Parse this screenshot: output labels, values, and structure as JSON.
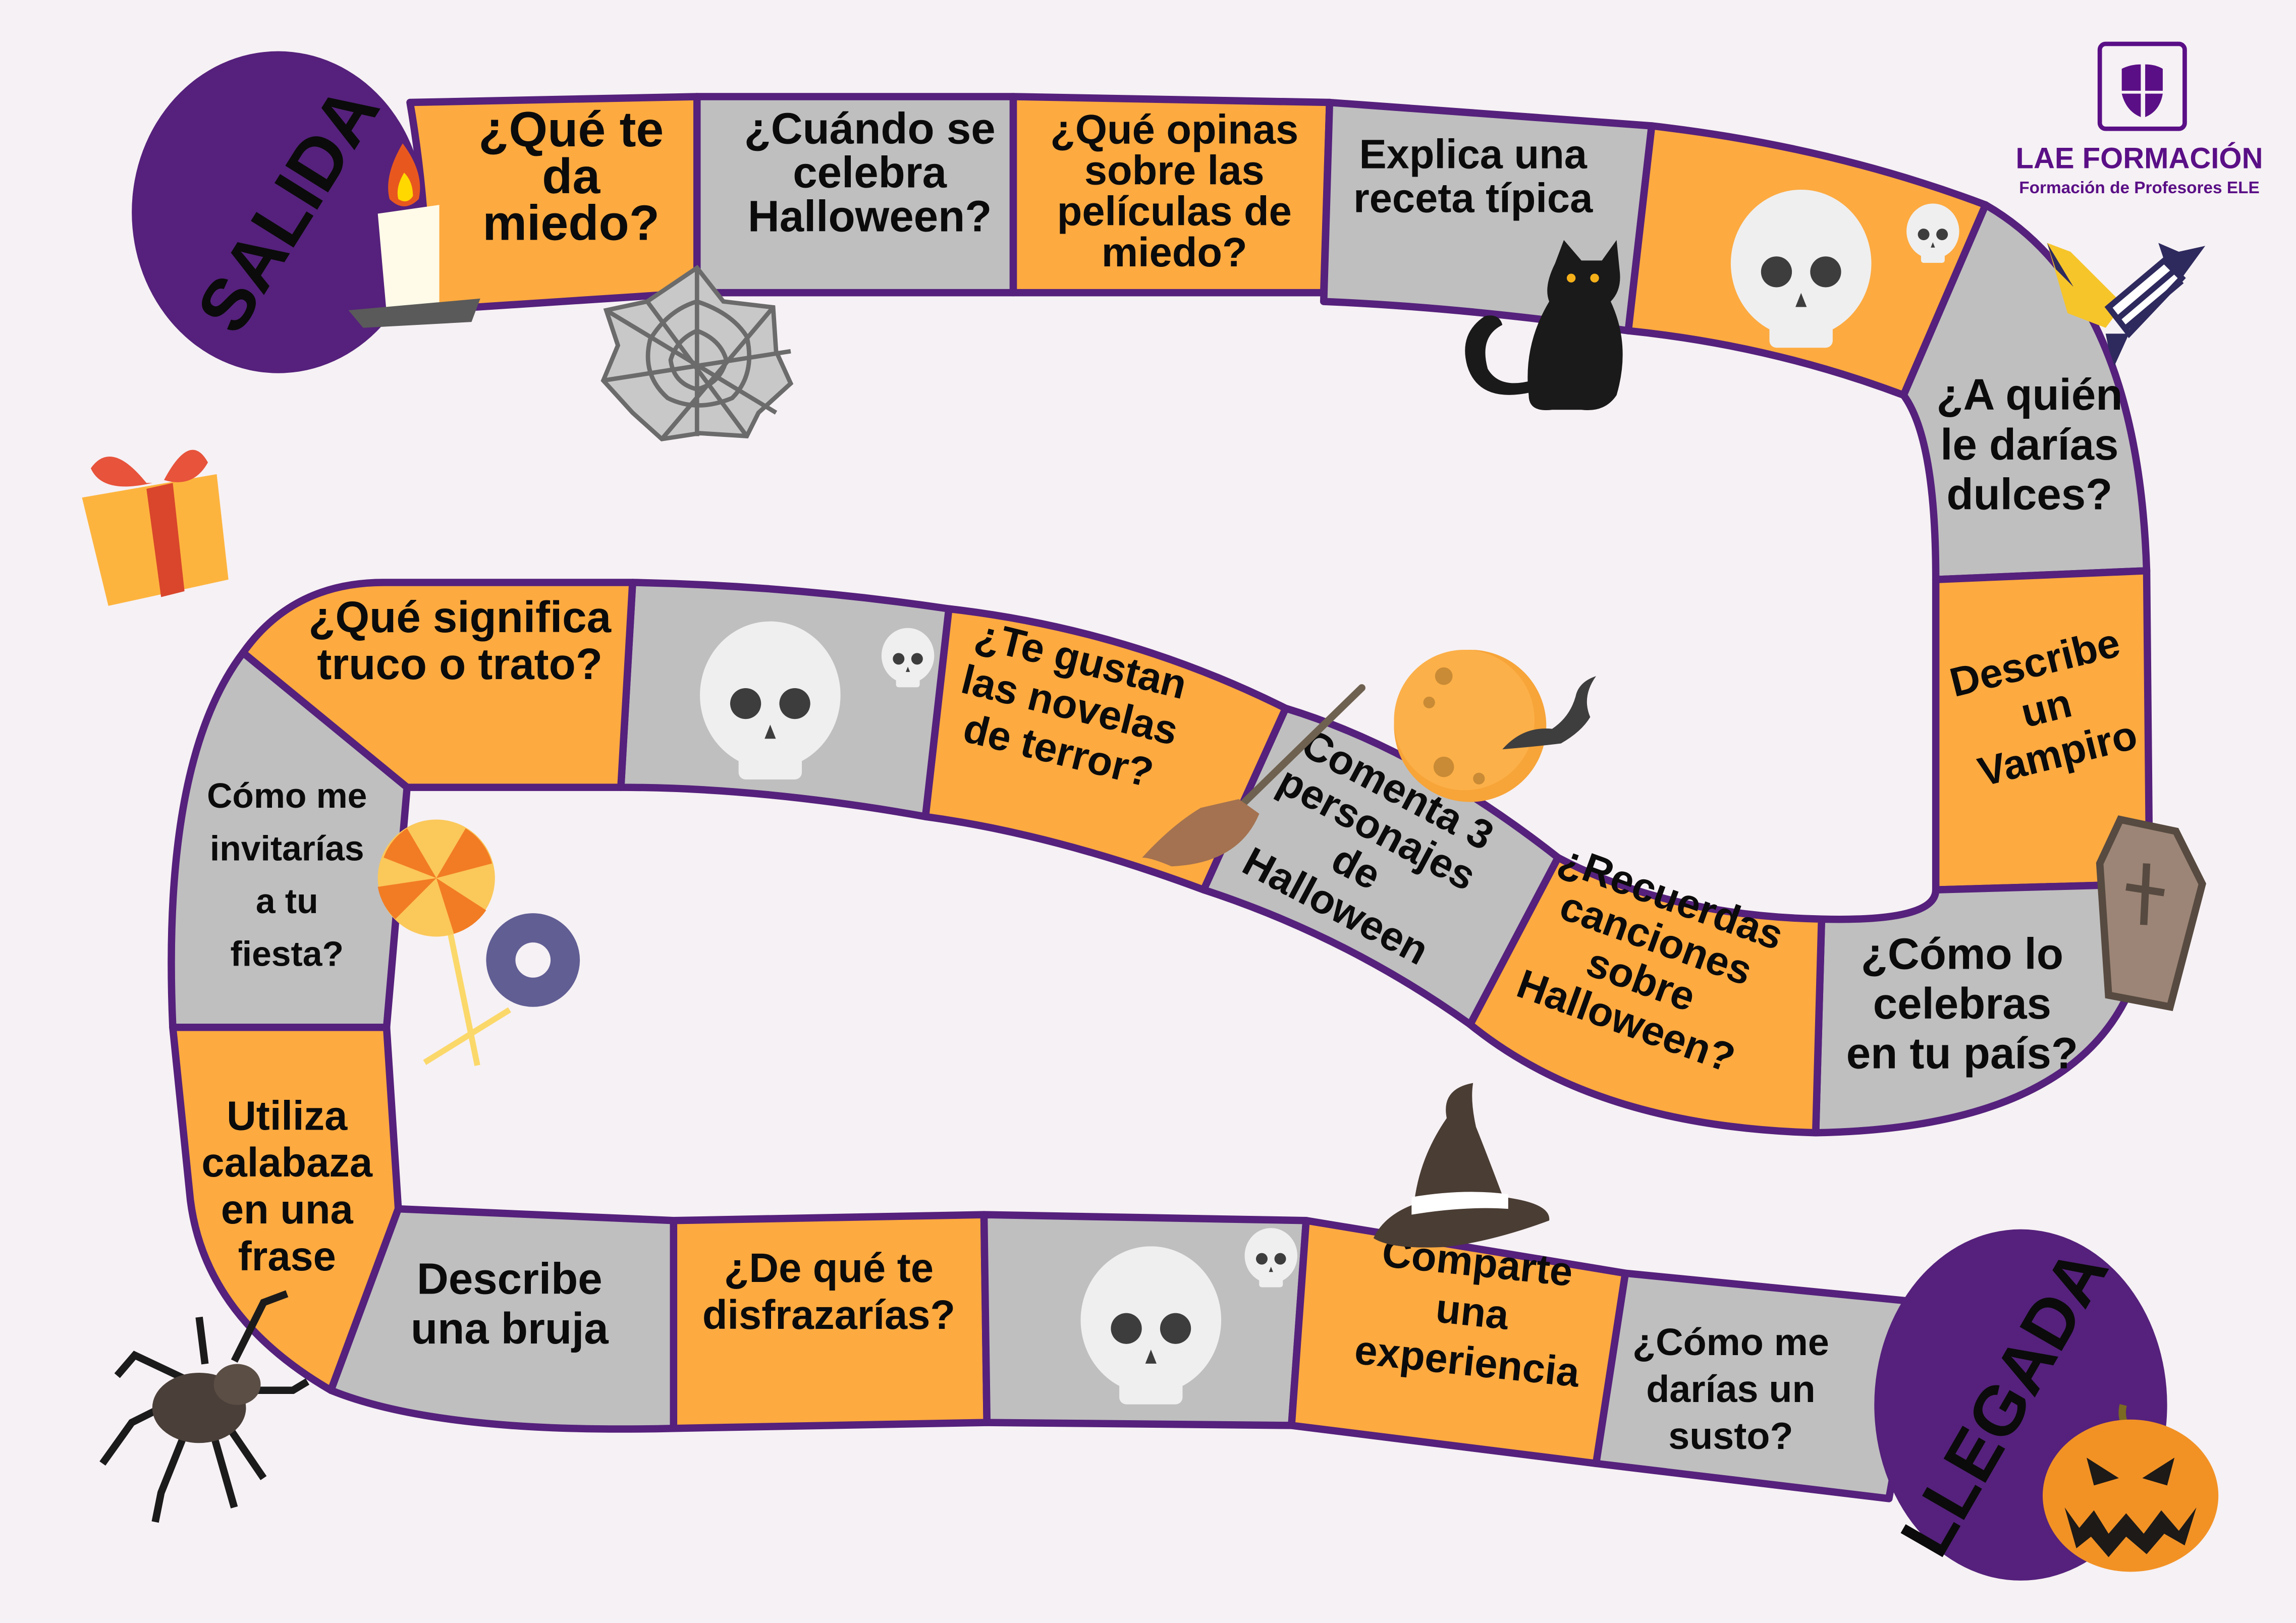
{
  "logo": {
    "title": "LAE FORMACIÓN",
    "subtitle": "Formación de Profesores  ELE",
    "icon": "shield-icon",
    "color": "#5a0f86"
  },
  "colors": {
    "path_border": "#55217c",
    "orange_square": "#fdaa40",
    "gray_square": "#bfbfbf",
    "endpoint_circle": "#55217c",
    "background": "#f6f1f4"
  },
  "start": {
    "label": "SALIDA",
    "icon": "candle-icon"
  },
  "finish": {
    "label": "LLEGADA",
    "icon": "jack-o-lantern-icon"
  },
  "squares": [
    {
      "lines": [
        "¿Qué te",
        "da",
        "miedo?"
      ],
      "color": "orange"
    },
    {
      "lines": [
        "¿Cuándo se",
        "celebra",
        "Halloween?"
      ],
      "color": "gray"
    },
    {
      "lines": [
        "¿Qué opinas",
        "sobre las",
        "películas de",
        "miedo?"
      ],
      "color": "orange"
    },
    {
      "lines": [
        "Explica una",
        "receta típica"
      ],
      "color": "gray"
    },
    {
      "lines": [],
      "color": "orange",
      "icon": "skull-icon"
    },
    {
      "lines": [
        "¿A quién",
        "le darías",
        "dulces?"
      ],
      "color": "gray"
    },
    {
      "lines": [
        "Describe",
        "un",
        "Vampiro"
      ],
      "color": "orange"
    },
    {
      "lines": [
        "¿Cómo lo",
        "celebras",
        "en tu país?"
      ],
      "color": "gray"
    },
    {
      "lines": [
        "¿Recuerdas",
        "canciones",
        "sobre",
        "Halloween?"
      ],
      "color": "orange"
    },
    {
      "lines": [
        "Comenta 3",
        "personajes",
        "de",
        "Halloween"
      ],
      "color": "gray"
    },
    {
      "lines": [
        "¿Te gustan",
        "las novelas",
        "de terror?"
      ],
      "color": "orange"
    },
    {
      "lines": [],
      "color": "gray",
      "icon": "skull-icon"
    },
    {
      "lines": [
        "¿Qué significa",
        "truco o trato?"
      ],
      "color": "orange"
    },
    {
      "lines": [
        "Cómo me",
        "invitarías",
        "a tu",
        "fiesta?"
      ],
      "color": "gray"
    },
    {
      "lines": [
        "Utiliza",
        "calabaza",
        "en una",
        "frase"
      ],
      "color": "orange"
    },
    {
      "lines": [
        "Describe",
        "una bruja"
      ],
      "color": "gray"
    },
    {
      "lines": [
        "¿De qué te",
        "disfrazarías?"
      ],
      "color": "orange"
    },
    {
      "lines": [],
      "color": "gray",
      "icon": "skull-icon"
    },
    {
      "lines": [
        "Comparte",
        "una",
        "experiencia"
      ],
      "color": "orange"
    },
    {
      "lines": [
        "¿Cómo me",
        "darías un",
        "susto?"
      ],
      "color": "gray"
    }
  ],
  "decorations": [
    "spider-web-icon",
    "black-cat-icon",
    "candy-icon",
    "gift-icon",
    "moon-icon",
    "bat-icon",
    "broom-icon",
    "coffin-icon",
    "lollipop-icon",
    "witch-hat-icon",
    "spider-icon",
    "pumpkin-icon"
  ]
}
